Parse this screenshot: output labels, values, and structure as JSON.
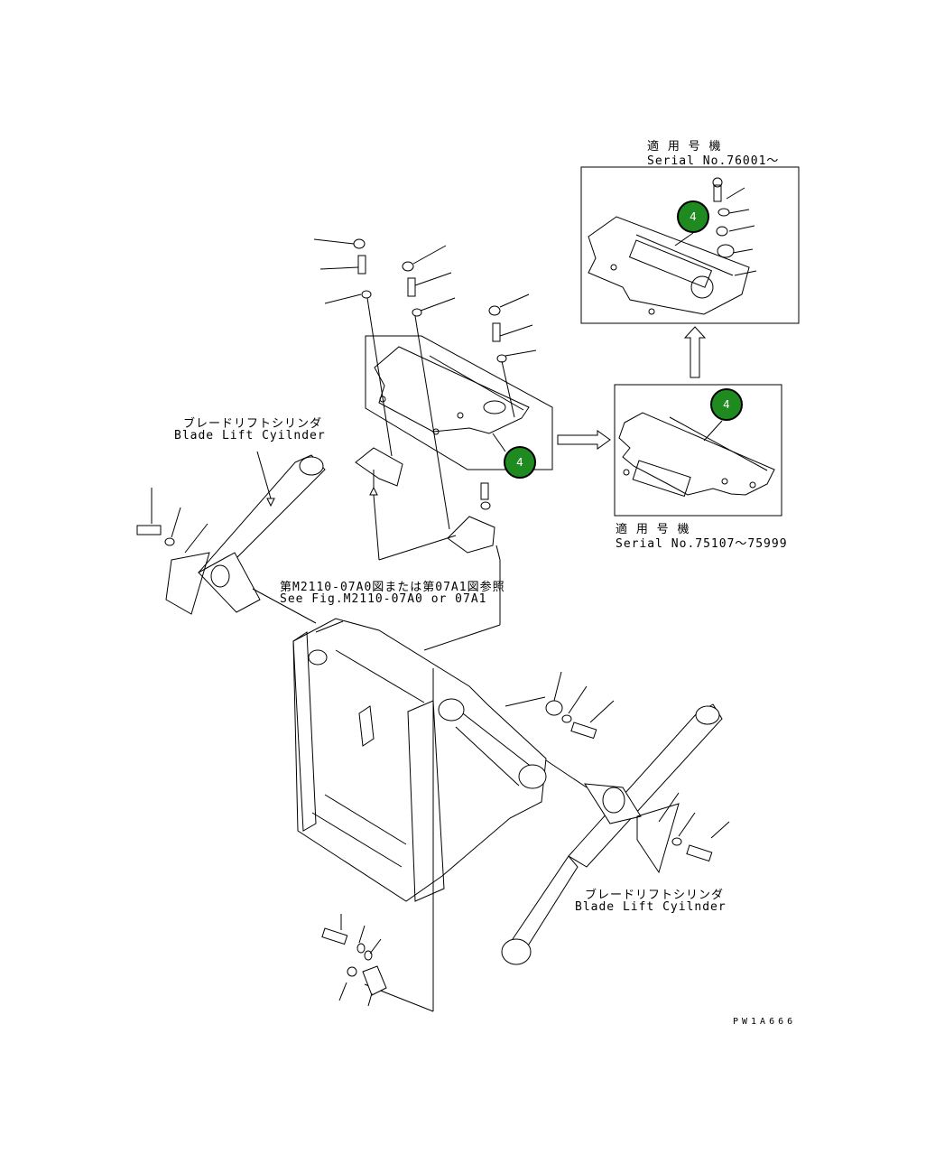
{
  "labels": {
    "serial_top_jp": "適 用 号 機",
    "serial_top_en": "Serial No.76001～",
    "serial_mid_jp": "適 用 号 機",
    "serial_mid_en": "Serial No.75107～75999",
    "cyl_left_jp": "ブレードリフトシリンダ",
    "cyl_left_en": "Blade Lift Cyilnder",
    "cyl_right_jp": "ブレードリフトシリンダ",
    "cyl_right_en": "Blade Lift Cyilnder",
    "ref_jp": "第M2110-07A0図または第07A1図参照",
    "ref_en": "See Fig.M2110-07A0 or 07A1",
    "figure_code": "PW1A666"
  },
  "callouts": [
    {
      "id": "top",
      "number": "4",
      "color": "#1f8a1f"
    },
    {
      "id": "mid",
      "number": "4",
      "color": "#1f8a1f"
    },
    {
      "id": "main",
      "number": "4",
      "color": "#1f8a1f"
    }
  ]
}
